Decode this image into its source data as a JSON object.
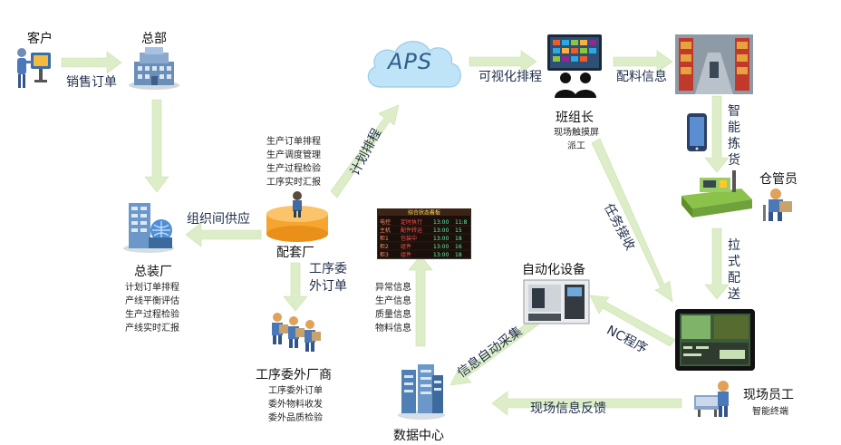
{
  "nodes": {
    "customer": "客户",
    "hq": "总部",
    "aps": "APS",
    "team_leader": {
      "title": "班组长",
      "lines": [
        "现场触摸屏",
        "派工"
      ]
    },
    "assembly_plant": {
      "title": "总装厂",
      "lines": [
        "计划订单排程",
        "产线平衡评估",
        "生产过程检验",
        "产线实时汇报"
      ]
    },
    "supplier_plant": {
      "title": "配套厂",
      "lines": [
        "生产订单排程",
        "生产调度管理",
        "生产过程检验",
        "工序实时汇报"
      ]
    },
    "outsourcing": {
      "title": "工序委外厂商",
      "lines": [
        "工序委外订单",
        "委外物料收发",
        "委外品质检验"
      ]
    },
    "data_center": "数据中心",
    "automation": "自动化设备",
    "warehouse_keeper": "仓管员",
    "field_staff": {
      "title": "现场员工",
      "sub": "智能终端"
    },
    "data_items": [
      "异常信息",
      "生产信息",
      "质量信息",
      "物料信息"
    ]
  },
  "flows": {
    "sales_order": "销售订单",
    "inter_org_supply": "组织间供应",
    "plan_schedule": "计划排程",
    "visual_schedule": "可视化排程",
    "material_info": "配料信息",
    "smart_picking": "智能拣货",
    "pull_delivery": "拉式配送",
    "task_receive": "任务接收",
    "nc_program": "NC程序",
    "auto_collect": "信息自动采集",
    "feedback": "现场信息反馈",
    "process_outsource_order": "工序委外订单"
  },
  "board": {
    "title": "综合状态看板",
    "rows": [
      [
        "电控",
        "定时执行",
        "13:00",
        "11:8"
      ],
      [
        "主机",
        "配件转运",
        "13:00",
        "15"
      ],
      [
        "柜1",
        "包装中",
        "13:00",
        "18"
      ],
      [
        "柜2",
        "组件",
        "13:00",
        "16"
      ],
      [
        "柜3",
        "组件",
        "13:00",
        "18"
      ]
    ]
  },
  "colors": {
    "arrow": "#dcedc8",
    "arrow_edge": "#c5e1a5",
    "cloud": "#bfe3f7",
    "aps_text": "#2f5f8a",
    "platform": "#f7a531",
    "forklift": "#8bc34a"
  }
}
